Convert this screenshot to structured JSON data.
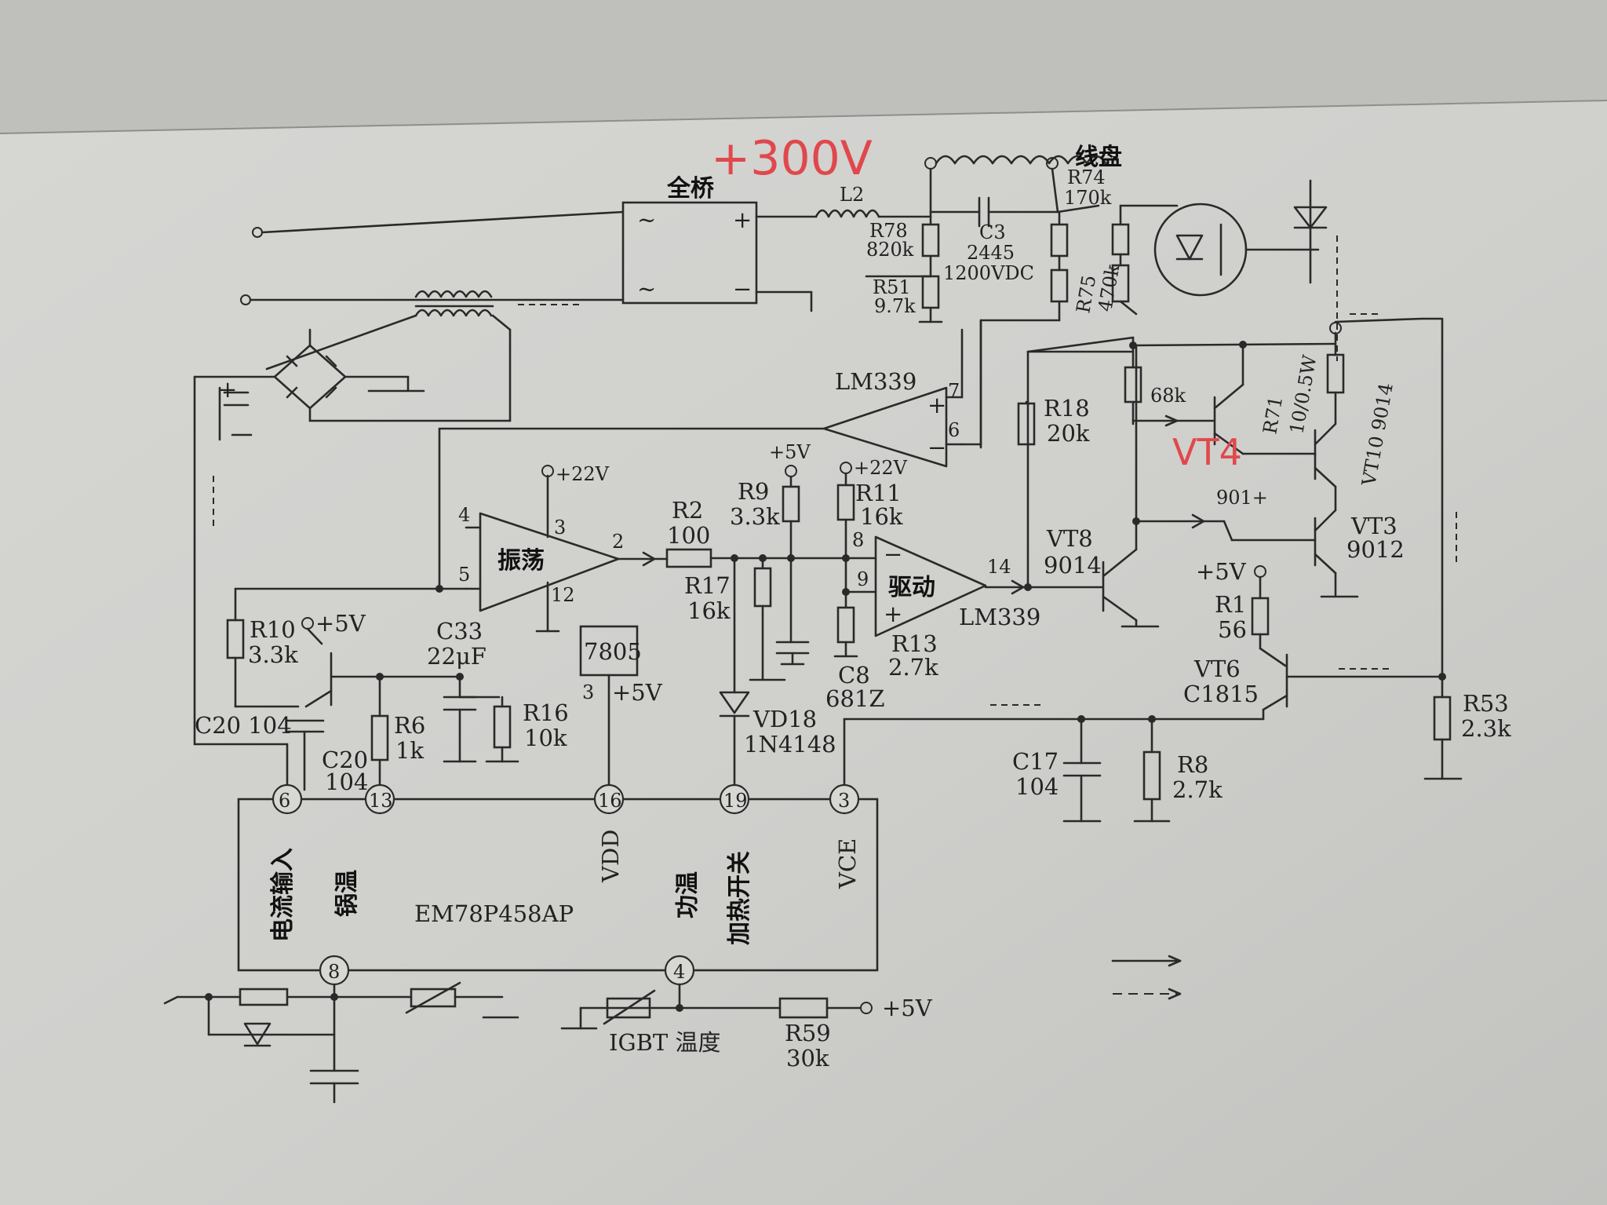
{
  "annotations": {
    "voltage": "+300V",
    "transistor": "VT4"
  },
  "labels": {
    "bridge": "全桥",
    "coil": "线盘",
    "l2": "L2",
    "r78": "R78",
    "r78v": "820k",
    "r51": "R51",
    "r51v": "9.7k",
    "c3": "C3",
    "c3v": "2445",
    "c3r": "1200VDC",
    "r74": "R74",
    "r74v": "170k",
    "r75": "R75",
    "r75v": "470k",
    "lm339_top": "LM339",
    "p7": "7",
    "p6": "6",
    "r18": "R18",
    "r18v": "20k",
    "r_68k": "68k",
    "r71": "R71",
    "r71v": "10/0.5W",
    "vt10": "VT10 9014",
    "vt4num": "901+",
    "vt3": "VT3",
    "vt3v": "9012",
    "vt8": "VT8",
    "vt8v": "9014",
    "v22a": "+22V",
    "v5a": "+5V",
    "v22b": "+22V",
    "osc": "振荡",
    "p4": "4",
    "p5": "5",
    "p3": "3",
    "p2": "2",
    "p12": "12",
    "r2": "R2",
    "r2v": "100",
    "r17": "R17",
    "r17v": "16k",
    "r9": "R9",
    "r9v": "3.3k",
    "r11": "R11",
    "r11v": "16k",
    "p8": "8",
    "p9": "9",
    "drv": "驱动",
    "p14": "14",
    "lm339_bot": "LM339",
    "r13": "R13",
    "r13v": "2.7k",
    "c8": "C8",
    "c8v": "681Z",
    "v5b": "+5V",
    "r1": "R1",
    "r1v": "56",
    "vt6": "VT6",
    "vt6v": "C1815",
    "r53": "R53",
    "r53v": "2.3k",
    "r10": "R10",
    "r10v": "3.3k",
    "v5c": "+5V",
    "c33": "C33",
    "c33v": "22μF",
    "reg": "7805",
    "reg3": "3",
    "v5d": "+5V",
    "r6": "R6",
    "r6v": "1k",
    "r16": "R16",
    "r16v": "10k",
    "c20a": "C20 104",
    "c20b": "C20",
    "c20bv": "104",
    "vd18": "VD18",
    "vd18v": "1N4148",
    "c17": "C17",
    "c17v": "104",
    "r8": "R8",
    "r8v": "2.7k",
    "mcu": "EM78P458AP",
    "pin6": "6",
    "pin13": "13",
    "pin16": "16",
    "pin19": "19",
    "pin3": "3",
    "pin8": "8",
    "pin4": "4",
    "f_current": "电流输入",
    "f_pot": "锅温",
    "f_vdd": "VDD",
    "f_igbt": "功温",
    "f_heat": "加热开关",
    "f_vce": "VCE",
    "igbt": "IGBT 温度",
    "r59": "R59",
    "r59v": "30k",
    "v5e": "+5V"
  }
}
